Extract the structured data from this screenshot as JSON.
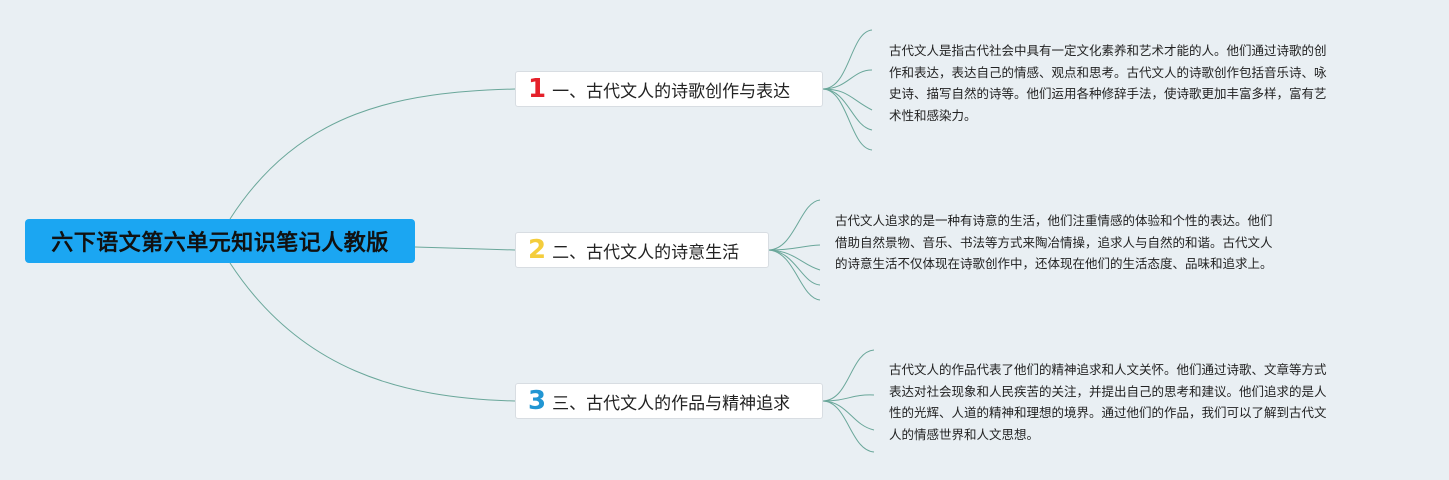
{
  "root": {
    "title": "六下语文第六单元知识笔记人教版"
  },
  "branches": [
    {
      "number": "1",
      "number_color": "#e5212b",
      "title": "一、古代文人的诗歌创作与表达",
      "note_lines": [
        "古代文人是指古代社会中具有一定文化素养和艺术才能的人。他们通过诗歌的创",
        "作和表达，表达自己的情感、观点和思考。古代文人的诗歌创作包括音乐诗、咏",
        "史诗、描写自然的诗等。他们运用各种修辞手法，使诗歌更加丰富多样，富有艺",
        "术性和感染力。"
      ]
    },
    {
      "number": "2",
      "number_color": "#f4cd3c",
      "title": "二、古代文人的诗意生活",
      "note_lines": [
        "古代文人追求的是一种有诗意的生活，他们注重情感的体验和个性的表达。他们",
        "借助自然景物、音乐、书法等方式来陶冶情操，追求人与自然的和谐。古代文人",
        "的诗意生活不仅体现在诗歌创作中，还体现在他们的生活态度、品味和追求上。"
      ]
    },
    {
      "number": "3",
      "number_color": "#2196d3",
      "title": "三、古代文人的作品与精神追求",
      "note_lines": [
        "古代文人的作品代表了他们的精神追求和人文关怀。他们通过诗歌、文章等方式",
        "表达对社会现象和人民疾苦的关注，并提出自己的思考和建议。他们追求的是人",
        "性的光辉、人道的精神和理想的境界。通过他们的作品，我们可以了解到古代文",
        "人的情感世界和人文思想。"
      ]
    }
  ],
  "colors": {
    "line": "#5a9e8f",
    "root_fill": "#1ba6f2"
  }
}
